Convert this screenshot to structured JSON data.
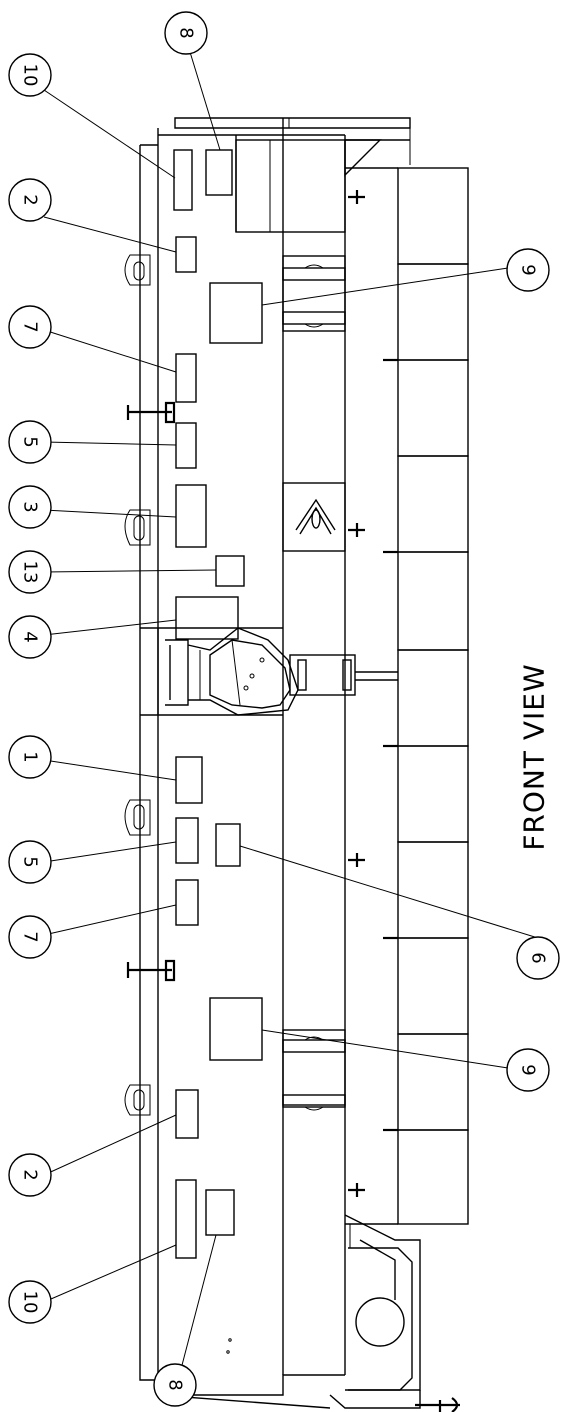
{
  "view_title": "FRONT VIEW",
  "callouts": {
    "c10_top": "10",
    "c8_top": "8",
    "c2_top": "2",
    "c9_top": "9",
    "c7_top": "7",
    "c5_top": "5",
    "c3": "3",
    "c13": "13",
    "c4": "4",
    "c1": "1",
    "c5_bottom": "5",
    "c6": "6",
    "c7_bottom": "7",
    "c9_bottom": "9",
    "c2_bottom": "2",
    "c10_bottom": "10",
    "c8_bottom": "8"
  }
}
